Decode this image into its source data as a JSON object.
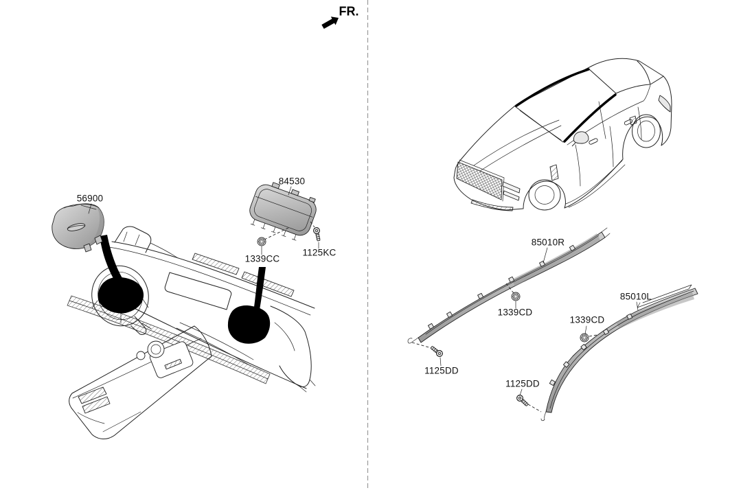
{
  "page": {
    "fr_direction_label": "FR."
  },
  "labels": {
    "steering_airbag": "56900",
    "passenger_airbag": "84530",
    "passenger_airbag_nut": "1339CC",
    "passenger_airbag_bolt": "1125KC",
    "curtain_airbag_right": "85010R",
    "curtain_nut_right": "1339CD",
    "curtain_nut_left": "1339CD",
    "curtain_airbag_left": "85010L",
    "curtain_bolt_right": "1125DD",
    "curtain_bolt_left": "1125DD"
  },
  "colors": {
    "line": "#1f1f1f",
    "part_fill": "#bdbdbd",
    "part_fill_dark": "#8f8f8f",
    "black_fill": "#000000",
    "divider": "#999999",
    "bg": "#ffffff"
  }
}
